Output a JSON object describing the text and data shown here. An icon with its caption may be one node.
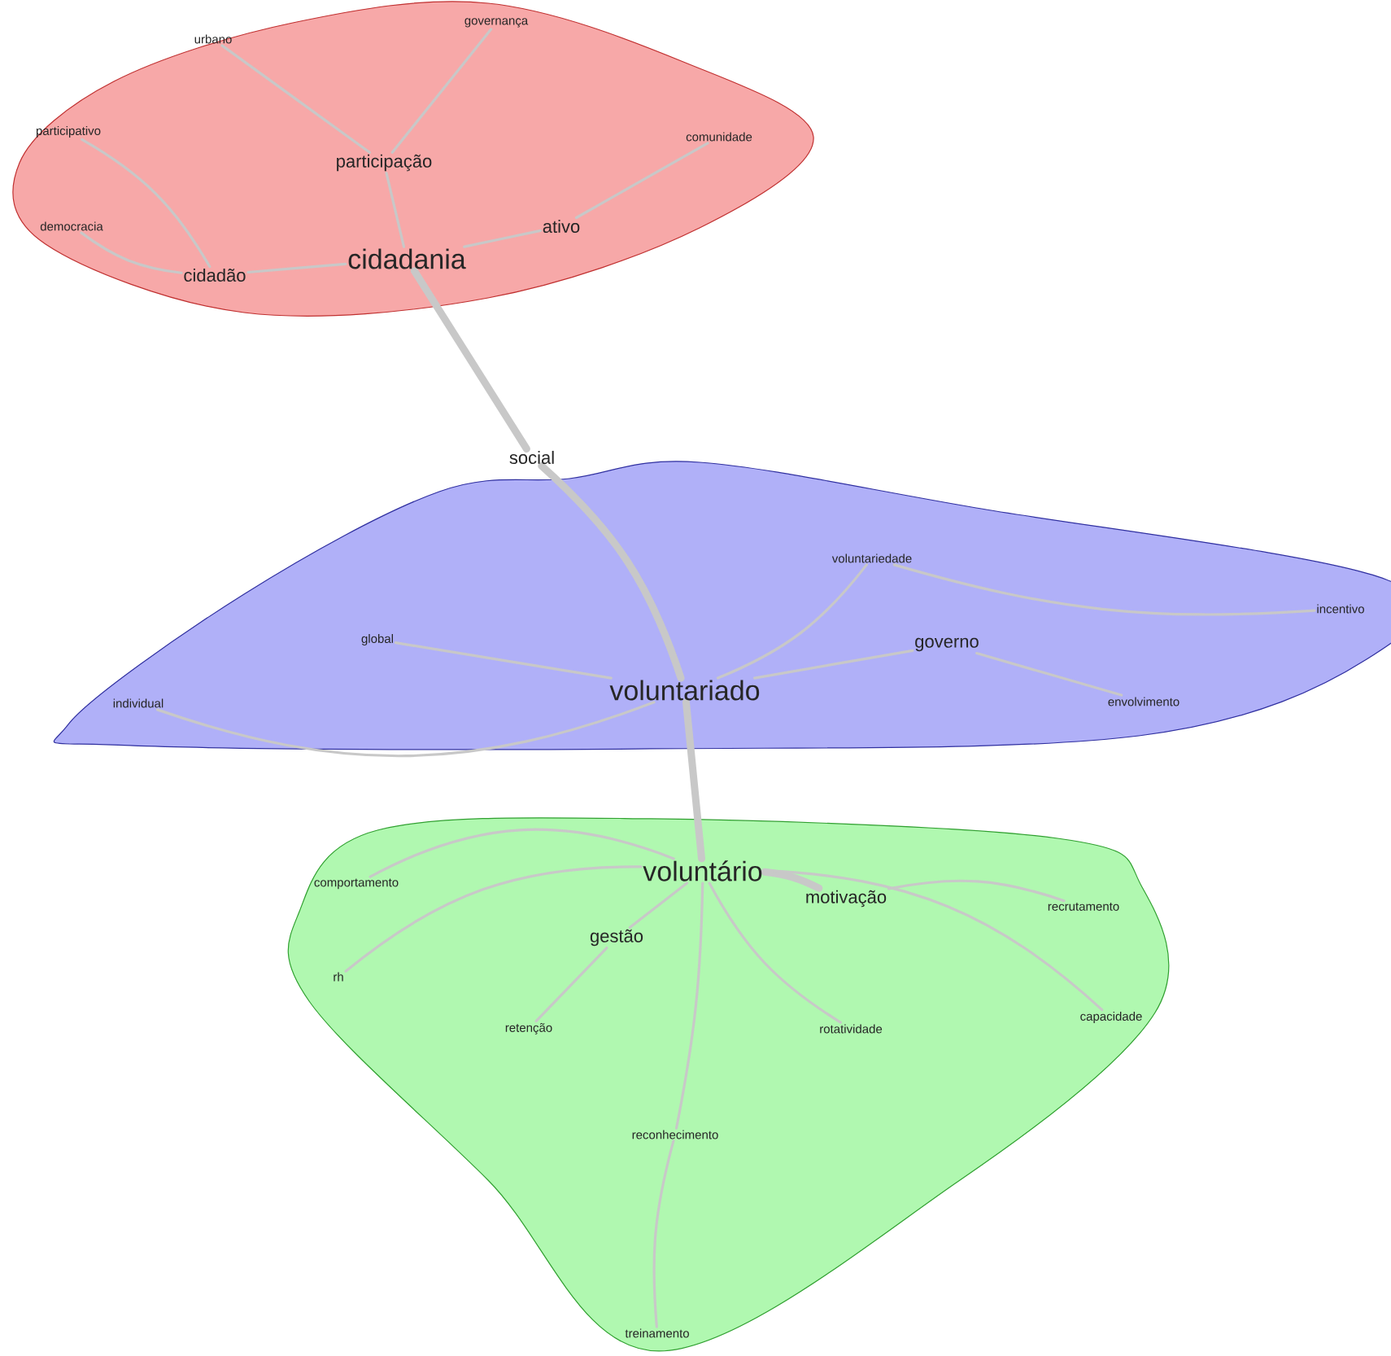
{
  "diagram": {
    "nodes": [
      {
        "text": [],
        "shape": "cloud"
      },
      {
        "text": [
          "urbano"
        ],
        "in": 0
      },
      {
        "text": [
          "governança"
        ],
        "in": 0
      },
      {
        "text": [
          "participativo"
        ],
        "in": 0
      },
      {
        "text": [
          "comunidade"
        ],
        "in": 0
      },
      {
        "text": [
          "participação"
        ],
        "in": 0
      },
      {
        "text": [
          "democracia"
        ],
        "in": 0
      },
      {
        "text": [
          "ativo"
        ],
        "in": 0
      },
      {
        "text": [
          "cidadania"
        ],
        "in": 0
      },
      {
        "text": [
          "cidadão"
        ],
        "in": 0
      },
      {
        "text": [
          "social"
        ]
      },
      {
        "text": [],
        "shape": "cloud"
      },
      {
        "text": [
          "voluntariedade"
        ],
        "in": 11
      },
      {
        "text": [
          "incentivo"
        ],
        "in": 11
      },
      {
        "text": [
          "global"
        ],
        "in": 11
      },
      {
        "text": [
          "governo"
        ],
        "in": 11
      },
      {
        "text": [
          "individual"
        ],
        "in": 11
      },
      {
        "text": [
          "voluntariado"
        ],
        "in": 11
      },
      {
        "text": [
          "envolvimento"
        ],
        "in": 11
      },
      {
        "text": [],
        "shape": "cloud"
      },
      {
        "text": [
          "voluntário"
        ],
        "in": 19
      },
      {
        "text": [
          "comportamento"
        ],
        "in": 19
      },
      {
        "text": [
          "motivação"
        ],
        "in": 19
      },
      {
        "text": [
          "recrutamento"
        ],
        "in": 19
      },
      {
        "text": [
          "gestão"
        ],
        "in": 19
      },
      {
        "text": [
          "rh"
        ],
        "in": 19
      },
      {
        "text": [
          "retenção"
        ],
        "in": 19
      },
      {
        "text": [
          "rotatividade"
        ],
        "in": 19
      },
      {
        "text": [
          "capacidade"
        ],
        "in": 19
      },
      {
        "text": [
          "reconhecimento"
        ],
        "in": 19
      },
      {
        "text": [
          "treinamento"
        ],
        "in": 19
      }
    ],
    "edges": [
      {
        "from": 8,
        "to": 5,
        "arrow": "none"
      },
      {
        "from": 5,
        "to": 1,
        "arrow": "none"
      },
      {
        "from": 5,
        "to": 2,
        "arrow": "none"
      },
      {
        "from": 8,
        "to": 9,
        "arrow": "none"
      },
      {
        "from": 9,
        "to": 3,
        "arrow": "none"
      },
      {
        "from": 9,
        "to": 6,
        "arrow": "none"
      },
      {
        "from": 8,
        "to": 7,
        "arrow": "none"
      },
      {
        "from": 7,
        "to": 4,
        "arrow": "none"
      },
      {
        "from": 8,
        "to": 10,
        "arrow": "none",
        "style": "thick"
      },
      {
        "from": 10,
        "to": 17,
        "arrow": "none",
        "style": "thick"
      },
      {
        "from": 17,
        "to": 14,
        "arrow": "none"
      },
      {
        "from": 17,
        "to": 16,
        "arrow": "none"
      },
      {
        "from": 17,
        "to": 12,
        "arrow": "none"
      },
      {
        "from": 12,
        "to": 13,
        "arrow": "none"
      },
      {
        "from": 17,
        "to": 15,
        "arrow": "none"
      },
      {
        "from": 15,
        "to": 18,
        "arrow": "none"
      },
      {
        "from": 17,
        "to": 20,
        "arrow": "none",
        "style": "thick"
      },
      {
        "from": 20,
        "to": 21,
        "arrow": "none"
      },
      {
        "from": 20,
        "to": 25,
        "arrow": "none"
      },
      {
        "from": 20,
        "to": 24,
        "arrow": "none"
      },
      {
        "from": 24,
        "to": 26,
        "arrow": "none"
      },
      {
        "from": 20,
        "to": 22,
        "arrow": "none",
        "style": "thick"
      },
      {
        "from": 22,
        "to": 23,
        "arrow": "none"
      },
      {
        "from": 20,
        "to": 27,
        "arrow": "none"
      },
      {
        "from": 20,
        "to": 28,
        "arrow": "none"
      },
      {
        "from": 20,
        "to": 29,
        "arrow": "none"
      },
      {
        "from": 29,
        "to": 30,
        "arrow": "none"
      }
    ]
  }
}
